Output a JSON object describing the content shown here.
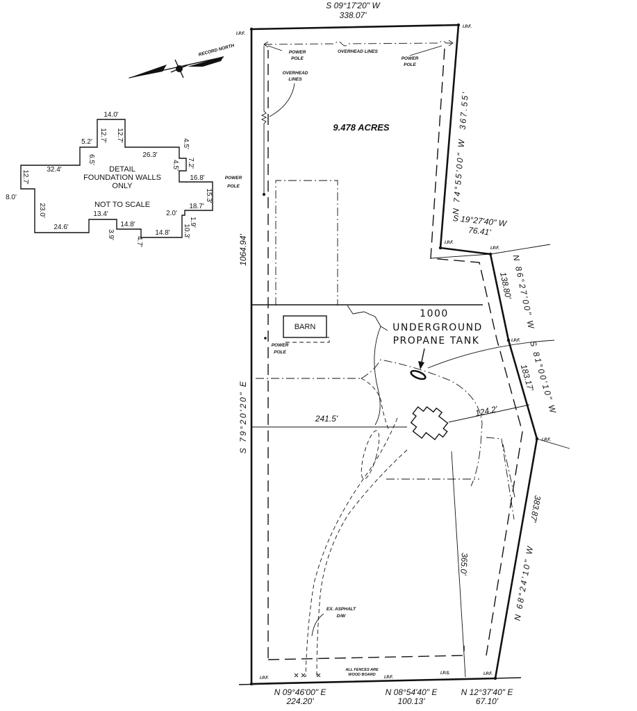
{
  "colors": {
    "ink": "#111111",
    "paper": "#ffffff"
  },
  "north_arrow": {
    "label": "RECORD NORTH"
  },
  "boundaries": {
    "north": {
      "bearing": "S 09°17'20\" W",
      "distance": "338.07'"
    },
    "east_1": {
      "bearing": "N 74°55'00\" W",
      "distance": "367.55'"
    },
    "east_2": {
      "bearing": "S 19°27'40\" W",
      "distance": "76.41'"
    },
    "east_3": {
      "bearing": "N 86°27'00\" W",
      "distance": "138.80'"
    },
    "east_4": {
      "bearing": "S 81°00'10\" W",
      "distance": "183.17'"
    },
    "east_5": {
      "bearing": "N 68°24'10\" W",
      "distance": "383.87'"
    },
    "west": {
      "bearing": "S 79°20'20\" E",
      "distance": "1064.94'"
    },
    "south_1": {
      "bearing": "N 09°46'00\" E",
      "distance": "224.20'"
    },
    "south_2": {
      "bearing": "N 08°54'40\" E",
      "distance": "100.13'"
    },
    "south_3": {
      "bearing": "N 12°37'40\" E",
      "distance": "67.10'"
    }
  },
  "pins": [
    "I.P.F.",
    "I.P.F.",
    "I.P.F.",
    "I.P.F.",
    "I.P.F.",
    "I.P.F.",
    "I.P.F.",
    "I.P.F.",
    "I.P.S.",
    "I.P.F."
  ],
  "power_poles": [
    {
      "line1": "POWER",
      "line2": "POLE"
    },
    {
      "line1": "POWER",
      "line2": "POLE"
    },
    {
      "line1": "POWER",
      "line2": "POLE"
    },
    {
      "line1": "POWER",
      "line2": "POLE"
    }
  ],
  "overhead_lines": {
    "top": "OVERHEAD LINES",
    "left_line1": "OVERHEAD",
    "left_line2": "LINES"
  },
  "acreage": "9.478 ACRES",
  "barn": "BARN",
  "propane_tank": {
    "line1": "1000",
    "line2": "UNDERGROUND",
    "line3": "PROPANE TANK"
  },
  "dimensions": {
    "west_to_house": "241.5'",
    "house_to_east": "124.2'",
    "house_to_south": "365.0'"
  },
  "driveway": {
    "line1": "EX. ASPHALT",
    "line2": "D/W"
  },
  "fence_note": {
    "line1": "ALL FENCES ARE",
    "line2": "WOOD BOARD"
  },
  "foundation_detail": {
    "title_line1": "DETAIL",
    "title_line2": "FOUNDATION WALLS",
    "title_line3": "ONLY",
    "note": "NOT TO SCALE",
    "dims": [
      "14.0'",
      "12.7'",
      "12.7'",
      "5.2'",
      "6.5'",
      "32.4'",
      "12.7'",
      "8.0'",
      "23.0'",
      "24.6'",
      "13.4'",
      "3.9'",
      "14.8'",
      "4.7'",
      "14.8'",
      "10.3'",
      "1.9'",
      "2.0'",
      "18.7'",
      "15.3'",
      "16.8'",
      "4.5'",
      "7.2'",
      "4.5'",
      "26.3'"
    ]
  }
}
